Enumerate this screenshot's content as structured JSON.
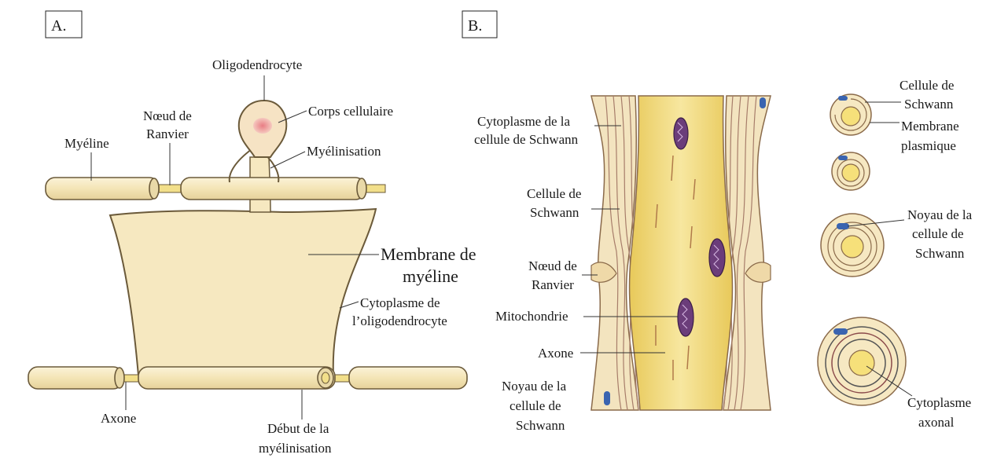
{
  "panels": {
    "a": "A.",
    "b": "B."
  },
  "panel_a": {
    "oligodendrocyte": "Oligodendrocyte",
    "corps_cellulaire": "Corps cellulaire",
    "noeud_line1": "Nœud de",
    "noeud_line2": "Ranvier",
    "myeline": "Myéline",
    "myelinisation": "Myélinisation",
    "membrane_line1": "Membrane de",
    "membrane_line2": "myéline",
    "cyto_line1": "Cytoplasme de",
    "cyto_line2": "l’oligodendrocyte",
    "axone": "Axone",
    "debut_line1": "Début de la",
    "debut_line2": "myélinisation"
  },
  "panel_b": {
    "cyto_line1": "Cytoplasme de la",
    "cyto_line2": "cellule de Schwann",
    "cellule_line1": "Cellule de",
    "cellule_line2": "Schwann",
    "noeud_line1": "Nœud de",
    "noeud_line2": "Ranvier",
    "mito": "Mitochondrie",
    "axone": "Axone",
    "noyau_left_line1": "Noyau de la",
    "noyau_left_line2": "cellule de",
    "noyau_left_line3": "Schwann",
    "right_cell_line1": "Cellule de",
    "right_cell_line2": "Schwann",
    "right_membrane_line1": "Membrane",
    "right_membrane_line2": "plasmique",
    "right_noyau_line1": "Noyau de la",
    "right_noyau_line2": "cellule de",
    "right_noyau_line3": "Schwann",
    "right_axcyto_line1": "Cytoplasme",
    "right_axcyto_line2": "axonal"
  },
  "colors": {
    "myelin": "#f7ebc4",
    "myelin_outline": "#6b5a3a",
    "axon": "#f3e07a",
    "nucleus": "#e89a9a",
    "mito": "#6b3d7a",
    "schwann_nucleus": "#3a64b0",
    "lamella": "#a07a6a"
  }
}
